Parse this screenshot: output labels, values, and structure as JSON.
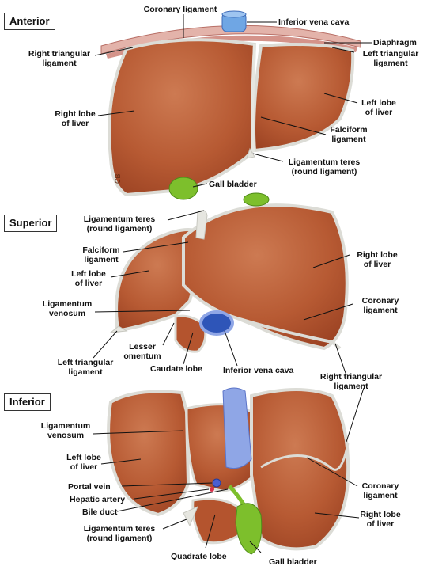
{
  "views": {
    "anterior": "Anterior",
    "superior": "Superior",
    "inferior": "Inferior"
  },
  "signature": "CB",
  "colors": {
    "liver": "#b4542e",
    "liver_light": "#c66e45",
    "ligament": "#dcdcd6",
    "diaphragm": "#d89a90",
    "gallbladder": "#7dbf2c",
    "ivc": "#8fa6e6",
    "portal_vein": "#4a5fd1",
    "hepatic_artery": "#d8304a",
    "bile_duct": "#7dbf2c"
  },
  "labels": {
    "anterior": {
      "coronary": "Coronary ligament",
      "ivc": "Inferior vena cava",
      "diaphragm": "Diaphragm",
      "right_tri": [
        "Right triangular",
        "ligament"
      ],
      "left_tri": [
        "Left triangular",
        "ligament"
      ],
      "right_lobe": [
        "Right lobe",
        "of liver"
      ],
      "left_lobe": [
        "Left lobe",
        "of liver"
      ],
      "falciform": [
        "Falciform",
        "ligament"
      ],
      "teres": [
        "Ligamentum teres",
        "(round ligament)"
      ],
      "gall": "Gall bladder"
    },
    "superior": {
      "teres": [
        "Ligamentum teres",
        "(round ligament)"
      ],
      "falciform": [
        "Falciform",
        "ligament"
      ],
      "left_lobe": [
        "Left lobe",
        "of liver"
      ],
      "venosum": [
        "Ligamentum",
        "venosum"
      ],
      "right_lobe": [
        "Right lobe",
        "of liver"
      ],
      "coronary": [
        "Coronary",
        "ligament"
      ],
      "left_tri": [
        "Left triangular",
        "ligament"
      ],
      "lesser": [
        "Lesser",
        "omentum"
      ],
      "caudate": "Caudate lobe",
      "ivc": "Inferior vena cava",
      "right_tri": [
        "Right triangular",
        "ligament"
      ]
    },
    "inferior": {
      "venosum": [
        "Ligamentum",
        "venosum"
      ],
      "left_lobe": [
        "Left lobe",
        "of liver"
      ],
      "portal": "Portal vein",
      "artery": "Hepatic artery",
      "bile": "Bile duct",
      "teres": [
        "Ligamentum teres",
        "(round ligament)"
      ],
      "quadrate": "Quadrate lobe",
      "gall": "Gall bladder",
      "coronary": [
        "Coronary",
        "ligament"
      ],
      "right_lobe": [
        "Right lobe",
        "of liver"
      ]
    }
  }
}
